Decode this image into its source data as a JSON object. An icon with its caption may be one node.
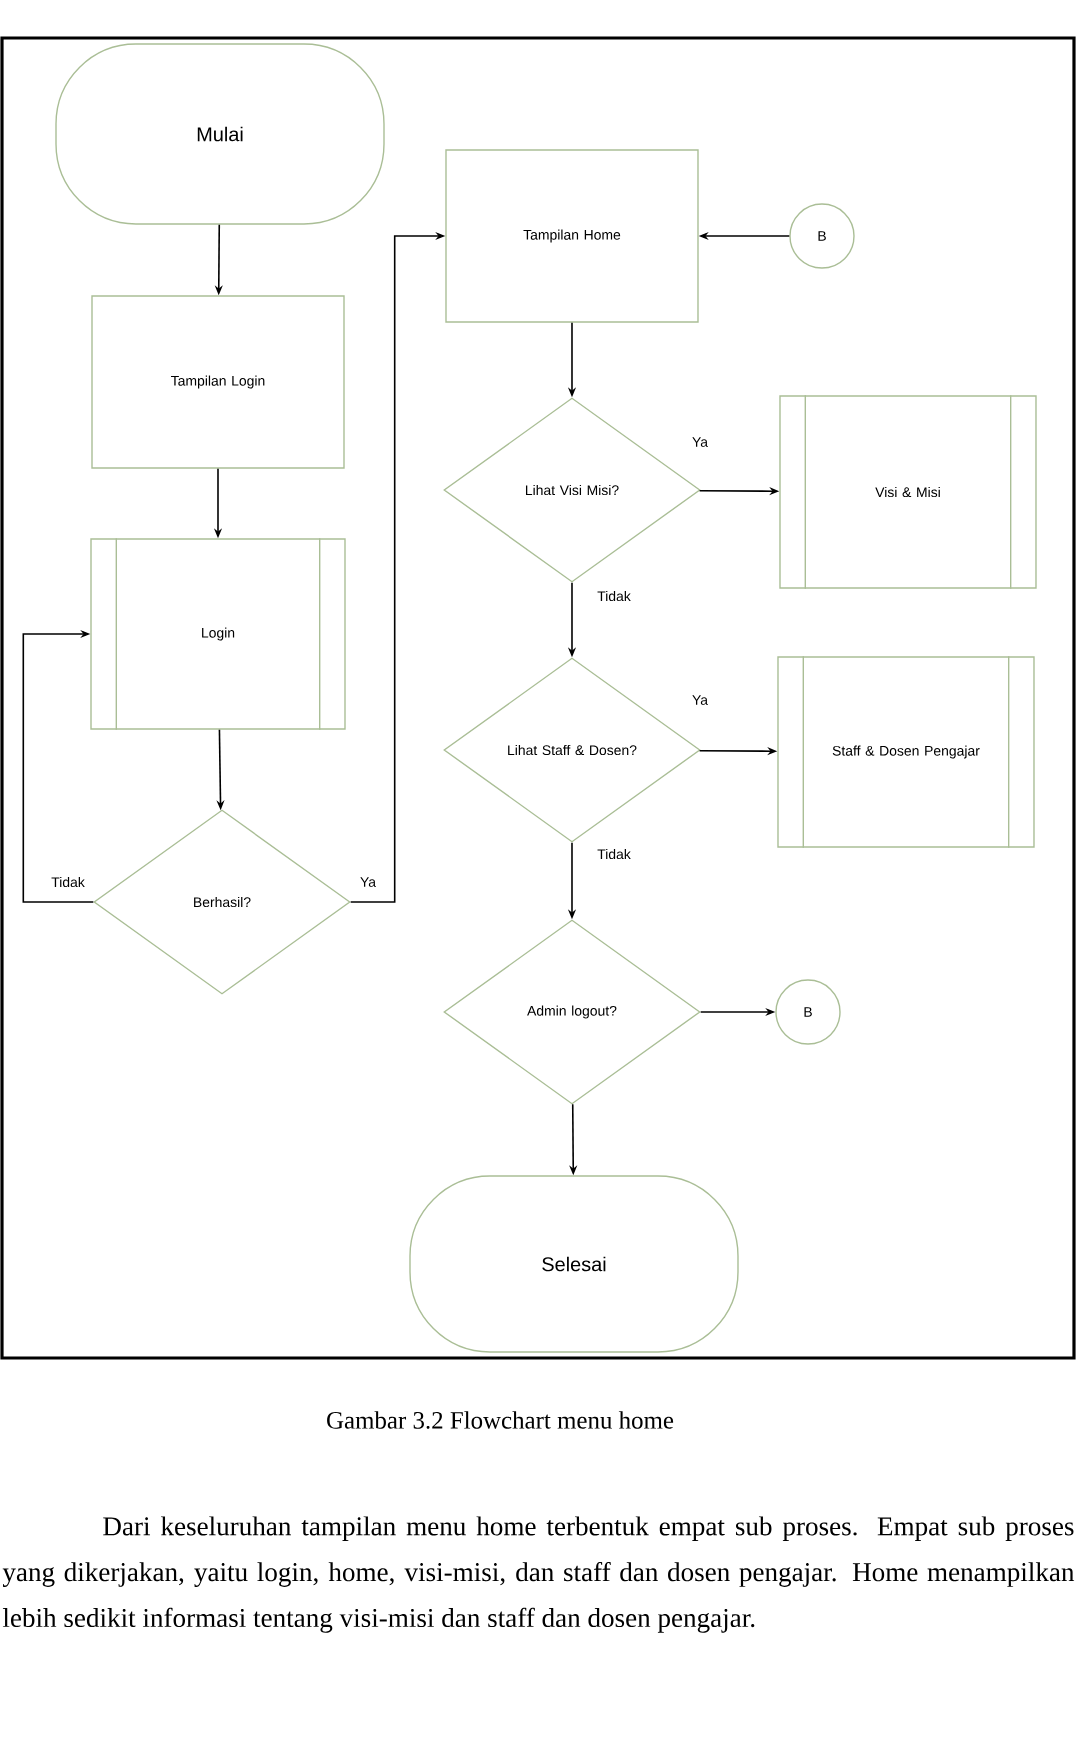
{
  "diagram": {
    "caption": "Gambar 3.2 Flowchart menu home",
    "nodes": [
      {
        "text": [
          "Mulai"
        ]
      },
      {
        "text": [
          "Tampilan Login"
        ]
      },
      {
        "text": [
          "Login"
        ]
      },
      {
        "text": [
          "Berhasil?"
        ]
      },
      {
        "text": [
          "Tampilan Home"
        ]
      },
      {
        "text": [
          "B"
        ]
      },
      {
        "text": [
          "Lihat Visi Misi?"
        ]
      },
      {
        "text": [
          "Visi & Misi"
        ]
      },
      {
        "text": [
          "Lihat Staff & Dosen?"
        ]
      },
      {
        "text": [
          "Staff & Dosen Pengajar"
        ]
      },
      {
        "text": [
          "Admin logout?"
        ]
      },
      {
        "text": [
          "B"
        ]
      },
      {
        "text": [
          "Selesai"
        ]
      }
    ],
    "edges": [
      {
        "from": 0,
        "to": 1,
        "arrow": "to"
      },
      {
        "from": 1,
        "to": 2,
        "arrow": "to"
      },
      {
        "from": 2,
        "to": 3,
        "arrow": "to"
      },
      {
        "from": 3,
        "to": 2,
        "arrow": "to",
        "label": "Tidak"
      },
      {
        "from": 3,
        "to": 4,
        "arrow": "to",
        "label": "Ya"
      },
      {
        "from": 5,
        "to": 4,
        "arrow": "to"
      },
      {
        "from": 4,
        "to": 6,
        "arrow": "to"
      },
      {
        "from": 6,
        "to": 7,
        "arrow": "to",
        "label": "Ya"
      },
      {
        "from": 6,
        "to": 8,
        "arrow": "to",
        "label": "Tidak"
      },
      {
        "from": 8,
        "to": 9,
        "arrow": "to",
        "label": "Ya"
      },
      {
        "from": 8,
        "to": 10,
        "arrow": "to",
        "label": "Tidak"
      },
      {
        "from": 10,
        "to": 11,
        "arrow": "to"
      },
      {
        "from": 10,
        "to": 12,
        "arrow": "to"
      }
    ],
    "labels": [
      "Dari keseluruhan tampilan menu home terbentuk empat sub proses. Empat sub proses yang dikerjakan, yaitu login, home, visi-misi, dan staff dan dosen pengajar. Home menampilkan lebih sedikit informasi tentang visi-misi dan staff dan dosen pengajar."
    ]
  }
}
